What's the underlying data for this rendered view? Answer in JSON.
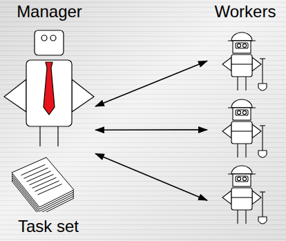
{
  "diagram": {
    "nodes": [
      {
        "text": [
          "Manager"
        ]
      },
      {
        "text": [
          "Workers"
        ]
      },
      {
        "text": [],
        "in": 1
      },
      {
        "text": [],
        "in": 1
      },
      {
        "text": [],
        "in": 1
      },
      {
        "text": [
          "Task set"
        ]
      }
    ],
    "edges": [
      {
        "from": 0,
        "to": 2,
        "arrow": "both"
      },
      {
        "from": 0,
        "to": 3,
        "arrow": "both"
      },
      {
        "from": 0,
        "to": 4,
        "arrow": "both"
      }
    ]
  }
}
